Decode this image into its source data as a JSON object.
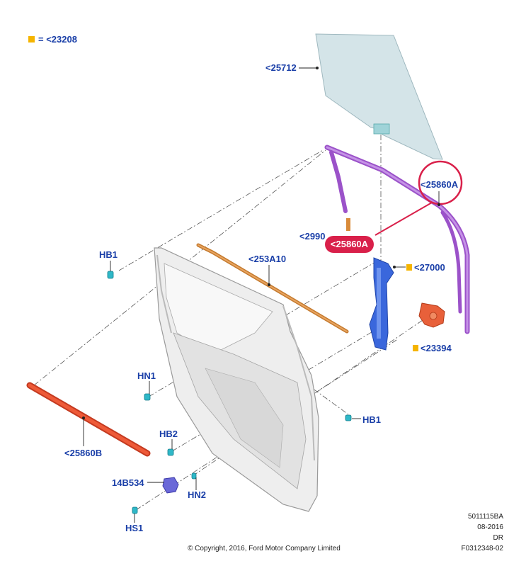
{
  "legend": {
    "marker_color": "#f5b400",
    "text": "= <23208"
  },
  "labels": {
    "glass": "<25712",
    "run_channel_circled": "<25860A",
    "callout": "<25860A",
    "bracket_partial": "<2990",
    "belt_moulding": "<253A10",
    "regulator": "<27000",
    "motor": "<23394",
    "lower_seal": "<25860B",
    "hb1_left": "HB1",
    "hb1_right": "HB1",
    "hn1": "HN1",
    "hb2": "HB2",
    "hn2": "HN2",
    "hs1": "HS1",
    "bracket_part": "14B534"
  },
  "doc_info": {
    "code": "5011115BA",
    "date": "08-2016",
    "type": "DR",
    "figure": "F0312348-02"
  },
  "copyright": "© Copyright, 2016, Ford Motor Company Limited",
  "colors": {
    "label_blue": "#1a3fa8",
    "callout_red": "#d9204a",
    "glass": "#c9dde4",
    "channel_purple": "#9b52c9",
    "regulator_blue": "#2f5fd6",
    "moulding_orange": "#d98b3a",
    "seal_red": "#e0452a",
    "motor_orange": "#e8603a",
    "fastener_cyan": "#2fb8c8"
  }
}
